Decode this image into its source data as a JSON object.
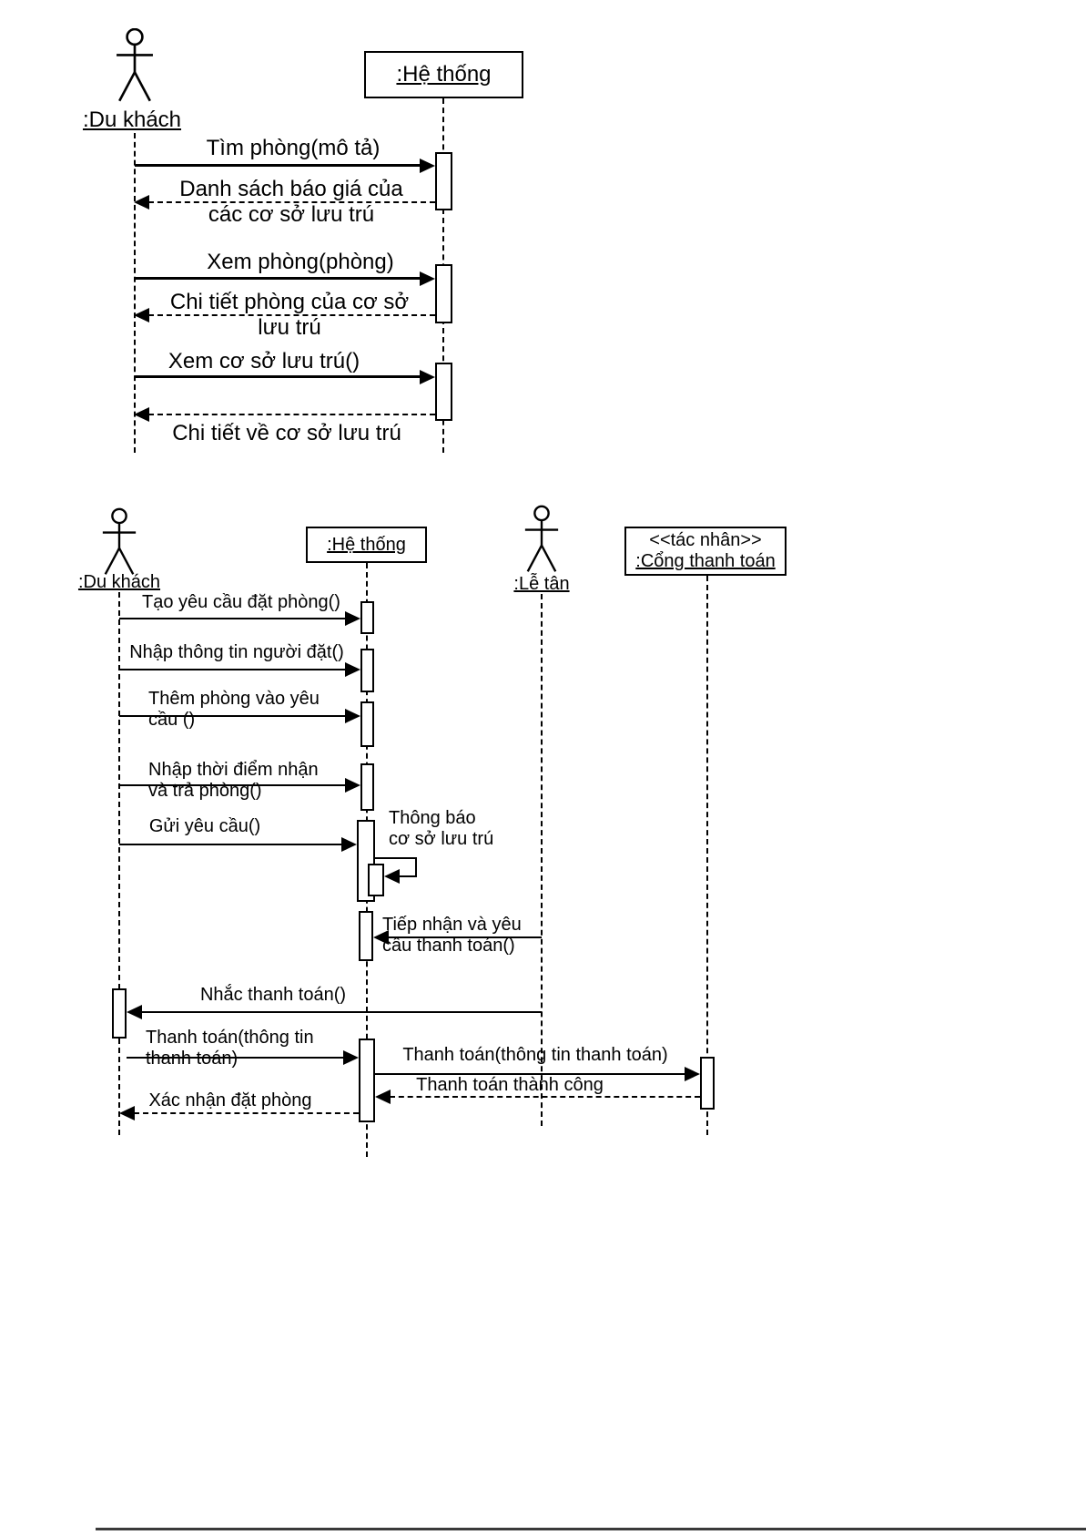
{
  "diagram1": {
    "participants": [
      {
        "name": ":Du khách",
        "kind": "actor"
      },
      {
        "name": ":Hệ thống",
        "kind": "object"
      }
    ],
    "messages": [
      {
        "text": "Tìm phòng(mô tả)",
        "type": "call",
        "from": ":Du khách",
        "to": ":Hệ thống"
      },
      {
        "text": "Danh sách báo giá của các cơ sở lưu trú",
        "type": "return",
        "from": ":Hệ thống",
        "to": ":Du khách"
      },
      {
        "text": "Xem phòng(phòng)",
        "type": "call",
        "from": ":Du khách",
        "to": ":Hệ thống"
      },
      {
        "text": "Chi tiết phòng của cơ sở lưu trú",
        "type": "return",
        "from": ":Hệ thống",
        "to": ":Du khách"
      },
      {
        "text": "Xem cơ sở lưu trú()",
        "type": "call",
        "from": ":Du khách",
        "to": ":Hệ thống"
      },
      {
        "text": "Chi tiết về cơ sở lưu trú",
        "type": "return",
        "from": ":Hệ thống",
        "to": ":Du khách"
      }
    ]
  },
  "diagram2": {
    "participants": [
      {
        "name": ":Du khách",
        "kind": "actor"
      },
      {
        "name": ":Hệ thống",
        "kind": "object"
      },
      {
        "name": ":Lễ tân",
        "kind": "actor"
      },
      {
        "name": ":Cổng thanh toán",
        "kind": "object",
        "stereotype": "<<tác nhân>>"
      }
    ],
    "messages": [
      {
        "text": "Tạo yêu cầu đặt phòng()",
        "type": "call",
        "from": ":Du khách",
        "to": ":Hệ thống"
      },
      {
        "text": "Nhập thông tin người đặt()",
        "type": "call",
        "from": ":Du khách",
        "to": ":Hệ thống"
      },
      {
        "text": "Thêm phòng vào yêu cầu ()",
        "type": "call",
        "from": ":Du khách",
        "to": ":Hệ thống"
      },
      {
        "text": "Nhập thời điểm nhận và trả phòng()",
        "type": "call",
        "from": ":Du khách",
        "to": ":Hệ thống"
      },
      {
        "text": "Gửi yêu cầu()",
        "type": "call",
        "from": ":Du khách",
        "to": ":Hệ thống"
      },
      {
        "text": "Thông báo cơ sở lưu trú",
        "type": "self",
        "from": ":Hệ thống",
        "to": ":Hệ thống"
      },
      {
        "text": "Tiếp nhận và yêu cầu thanh toán()",
        "type": "call",
        "from": ":Lễ tân",
        "to": ":Hệ thống"
      },
      {
        "text": "Nhắc thanh toán()",
        "type": "call",
        "from": ":Lễ tân",
        "to": ":Du khách"
      },
      {
        "text": "Thanh toán(thông tin thanh toán)",
        "type": "call",
        "from": ":Du khách",
        "to": ":Hệ thống"
      },
      {
        "text": "Thanh toán(thông tin thanh toán)",
        "type": "call",
        "from": ":Hệ thống",
        "to": ":Cổng thanh toán"
      },
      {
        "text": "Thanh toán thành công",
        "type": "return",
        "from": ":Cổng thanh toán",
        "to": ":Hệ thống"
      },
      {
        "text": "Xác nhận đặt phòng",
        "type": "return",
        "from": ":Hệ thống",
        "to": ":Du khách"
      }
    ]
  }
}
